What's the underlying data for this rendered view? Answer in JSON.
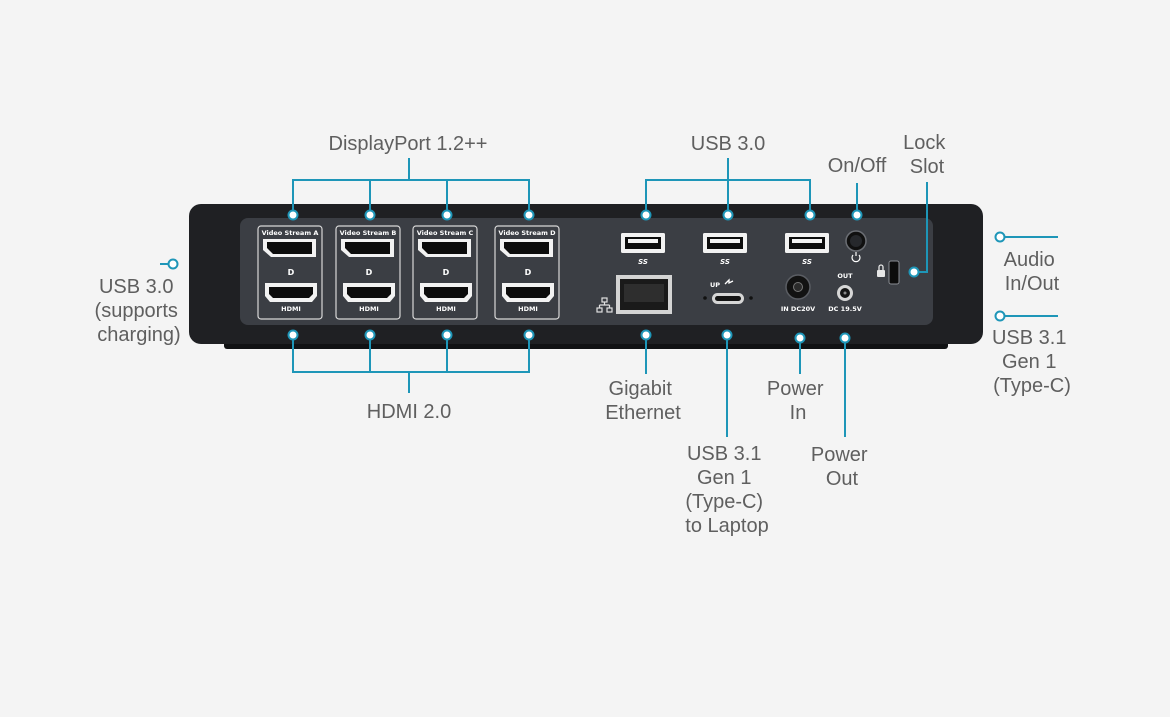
{
  "colors": {
    "background": "#f4f4f4",
    "accent": "#1e96b8",
    "label": "#5f5f5f",
    "device_body": "#1f2023",
    "device_panel": "#3b3e44"
  },
  "callouts": {
    "displayport": [
      "DisplayPort 1.2++"
    ],
    "hdmi": [
      "HDMI 2.0"
    ],
    "usb_top": [
      "USB 3.0"
    ],
    "on_off": [
      "On/Off"
    ],
    "lock_slot": [
      "Lock",
      "Slot"
    ],
    "usb_left": [
      "USB 3.0",
      "(supports",
      "charging)"
    ],
    "audio": [
      "Audio",
      "In/Out"
    ],
    "usb_c_right": [
      "USB 3.1",
      "Gen 1",
      "(Type-C)"
    ],
    "ethernet": [
      "Gigabit",
      "Ethernet"
    ],
    "usb_c_laptop": [
      "USB 3.1",
      "Gen 1",
      "(Type-C)",
      "to Laptop"
    ],
    "power_in": [
      "Power",
      "In"
    ],
    "power_out": [
      "Power",
      "Out"
    ]
  },
  "device": {
    "video_streams": [
      "Video Stream A",
      "Video Stream B",
      "Video Stream C",
      "Video Stream D"
    ],
    "hdmi_label": "HDMI",
    "dp_mark": "D",
    "ss_label": "SS",
    "up_label": "UP",
    "in_dc_label": "IN DC20V",
    "out_label": "OUT",
    "dc_out_label": "DC 19.5V"
  }
}
